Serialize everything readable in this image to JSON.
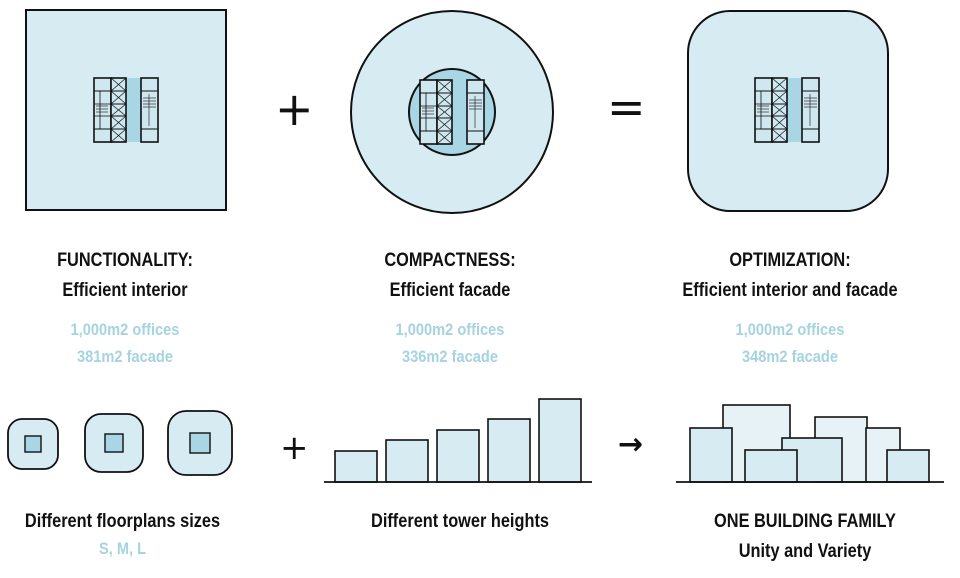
{
  "top_row": [
    {
      "heading": "FUNCTIONALITY:",
      "subheading": "Efficient interior",
      "metric1": "1,000m2 offices",
      "metric2": "381m2 facade",
      "shape": "square"
    },
    {
      "heading": "COMPACTNESS:",
      "subheading": "Efficient facade",
      "metric1": "1,000m2 offices",
      "metric2": "336m2 facade",
      "shape": "circle"
    },
    {
      "heading": "OPTIMIZATION:",
      "subheading": "Efficient interior and facade",
      "metric1": "1,000m2 offices",
      "metric2": "348m2 facade",
      "shape": "rounded-square"
    }
  ],
  "top_operators": {
    "plus": "+",
    "equals": "="
  },
  "bottom_row": {
    "floorplans": {
      "title": "Different floorplans sizes",
      "subtitle": "S, M, L"
    },
    "heights": {
      "title": "Different tower heights"
    },
    "family": {
      "title": "ONE BUILDING FAMILY",
      "subtitle": "Unity and Variety"
    }
  },
  "bottom_operators": {
    "plus": "+",
    "arrow": "→"
  },
  "colors": {
    "fill": "#d6ebf2",
    "fill_light": "#e7f2f6",
    "stroke": "#111111",
    "accent_text": "#a6d3e0",
    "core_fill": "#a9d6e5"
  }
}
